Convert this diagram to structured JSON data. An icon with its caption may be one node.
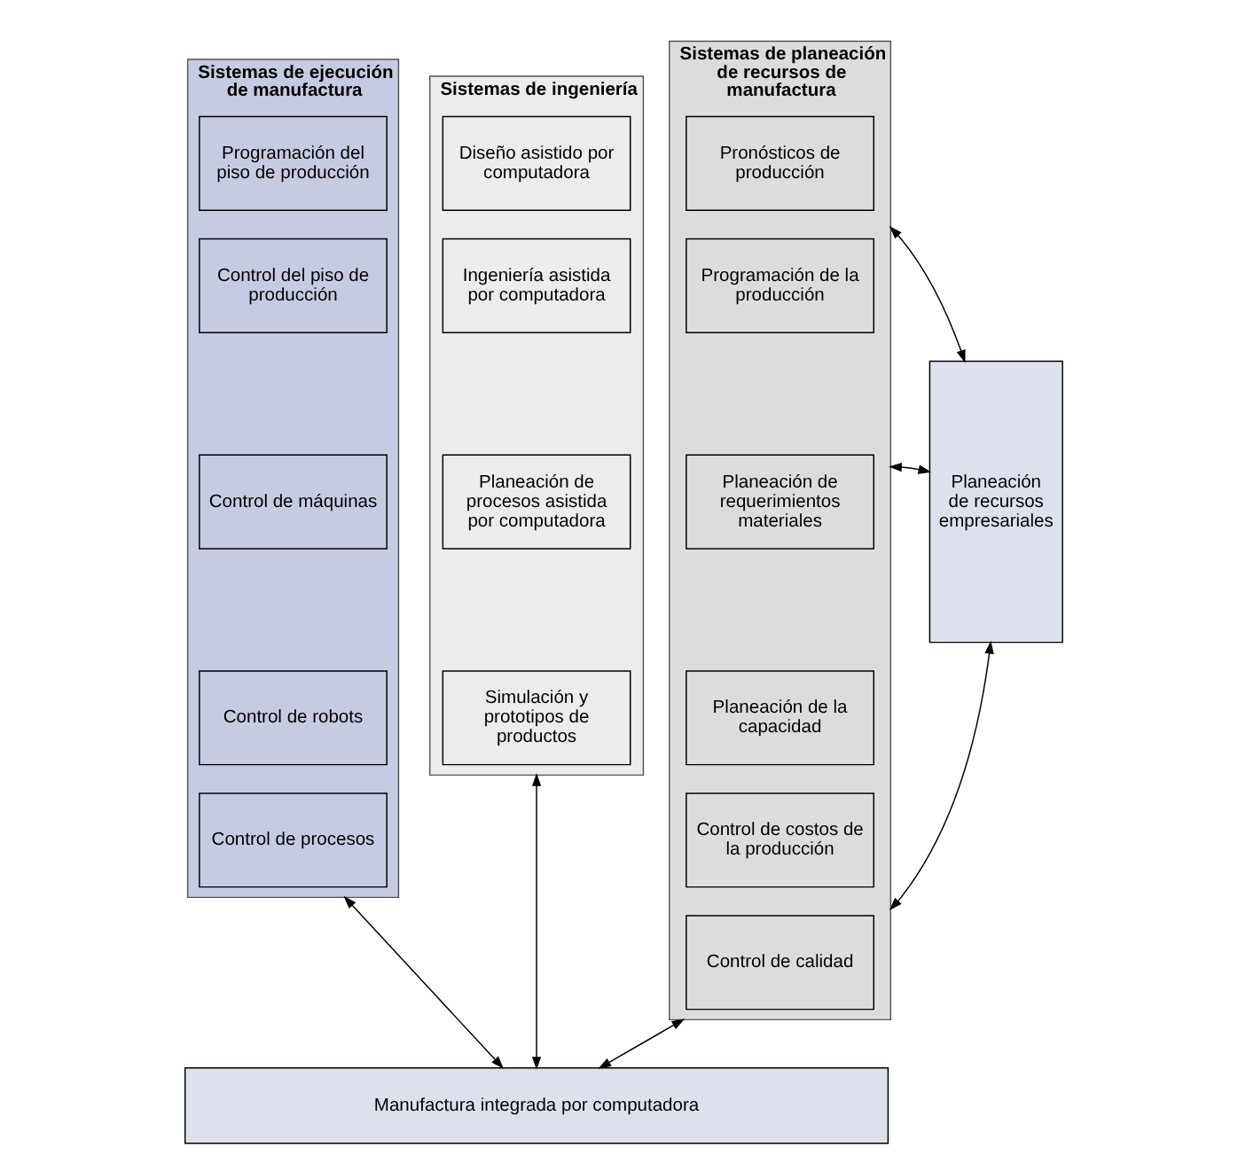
{
  "diagram": {
    "nodes": [
      {
        "text": [
          "Planeación de recursos empresariales"
        ]
      },
      {
        "text": [
          "Sistemas de planeación de recursos de manufactura"
        ]
      },
      {
        "text": [
          "Pronósticos de producción"
        ],
        "in": 1
      },
      {
        "text": [
          "Programación de la producción"
        ],
        "in": 1
      },
      {
        "text": [
          "Planeación de requerimientos materiales"
        ],
        "in": 1
      },
      {
        "text": [
          "Planeación de la capacidad"
        ],
        "in": 1
      },
      {
        "text": [
          "Control de costos de la producción"
        ],
        "in": 1
      },
      {
        "text": [
          "Control de calidad"
        ],
        "in": 1
      },
      {
        "text": [
          "Sistemas de ejecución de manufactura"
        ]
      },
      {
        "text": [
          "Programación del piso de producción"
        ],
        "in": 8
      },
      {
        "text": [
          "Control del piso de producción"
        ],
        "in": 8
      },
      {
        "text": [
          "Control de máquinas"
        ],
        "in": 8
      },
      {
        "text": [
          "Control de robots"
        ],
        "in": 8
      },
      {
        "text": [
          "Control de procesos"
        ],
        "in": 8
      },
      {
        "text": [
          "Sistemas de ingeniería"
        ]
      },
      {
        "text": [
          "Diseño asistido por computadora"
        ],
        "in": 14
      },
      {
        "text": [
          "Ingeniería asistida por computadora"
        ],
        "in": 14
      },
      {
        "text": [
          "Planeación de procesos asistida por computadora"
        ],
        "in": 14
      },
      {
        "text": [
          "Simulación y prototipos de productos"
        ],
        "in": 14
      },
      {
        "text": [
          "Manufactura integrada por computadora"
        ]
      }
    ],
    "edges": [
      {
        "from": 0,
        "to": 1,
        "arrow": "both"
      },
      {
        "from": 0,
        "to": 1,
        "arrow": "both"
      },
      {
        "from": 0,
        "to": 1,
        "arrow": "both"
      },
      {
        "from": 1,
        "to": 19,
        "arrow": "both"
      },
      {
        "from": 8,
        "to": 19,
        "arrow": "both"
      },
      {
        "from": 14,
        "to": 19,
        "arrow": "both"
      }
    ]
  }
}
